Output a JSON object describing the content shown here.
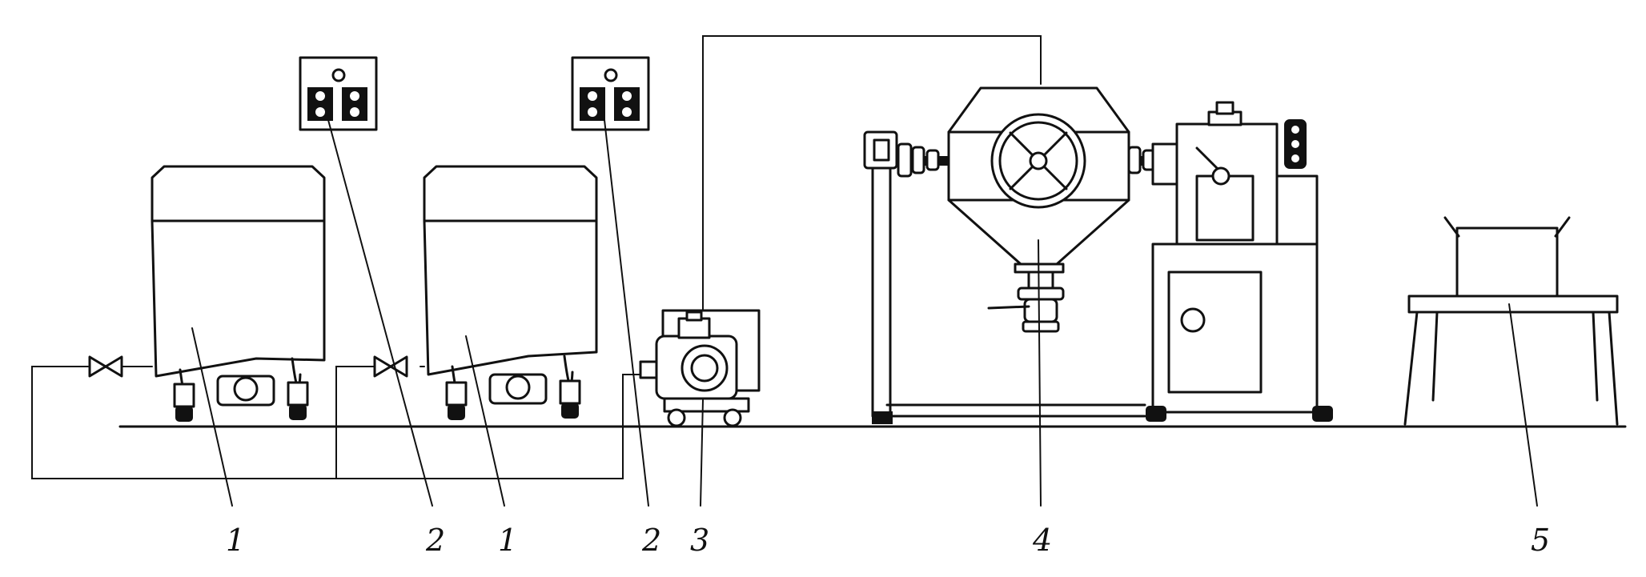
{
  "figure": {
    "labels": [
      {
        "id": "tank-left",
        "text": "1"
      },
      {
        "id": "panel-left",
        "text": "2"
      },
      {
        "id": "tank-right",
        "text": "1"
      },
      {
        "id": "panel-right",
        "text": "2"
      },
      {
        "id": "pump",
        "text": "3"
      },
      {
        "id": "mixer",
        "text": "4"
      },
      {
        "id": "table",
        "text": "5"
      }
    ]
  }
}
